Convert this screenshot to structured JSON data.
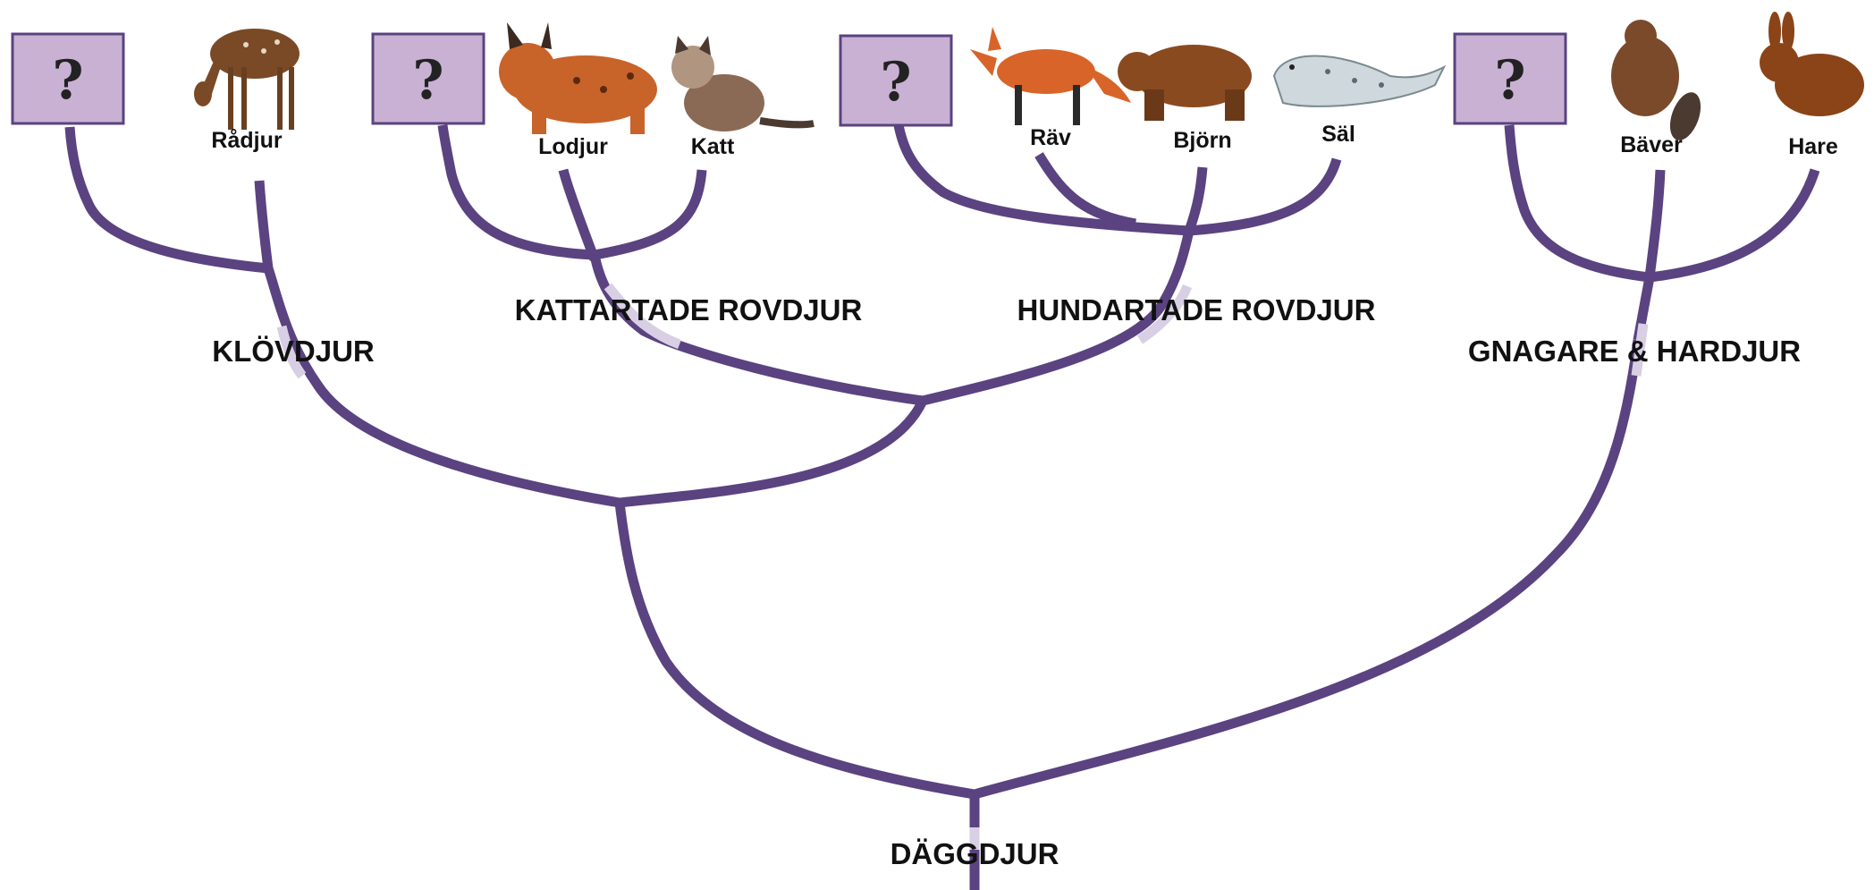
{
  "colors": {
    "branch": "#5a4380",
    "branch_light": "#d8cfe4",
    "box_fill": "#c8b1d3",
    "box_stroke": "#5a4380",
    "text": "#111111"
  },
  "tree": {
    "root": "DÄGGDJUR",
    "groups": [
      {
        "label": "KLÖVDJUR",
        "unknown": "?",
        "species": [
          "Rådjur"
        ]
      },
      {
        "label": "KATTARTADE ROVDJUR",
        "unknown": "?",
        "species": [
          "Lodjur",
          "Katt"
        ]
      },
      {
        "label": "HUNDARTADE ROVDJUR",
        "unknown": "?",
        "species": [
          "Räv",
          "Björn",
          "Säl"
        ]
      },
      {
        "label": "GNAGARE & HARDJUR",
        "unknown": "?",
        "species": [
          "Bäver",
          "Hare"
        ]
      }
    ]
  },
  "icons": [
    "deer-icon",
    "lynx-icon",
    "cat-icon",
    "fox-icon",
    "bear-icon",
    "seal-icon",
    "beaver-icon",
    "rabbit-icon"
  ]
}
